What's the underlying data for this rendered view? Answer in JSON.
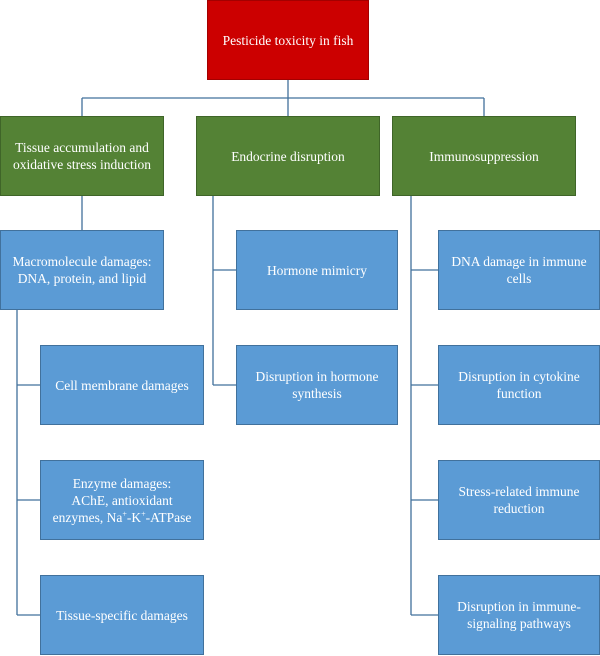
{
  "root": {
    "label": "Pesticide toxicity in fish"
  },
  "categories": [
    {
      "label": "Tissue accumulation and oxidative stress induction"
    },
    {
      "label": "Endocrine disruption"
    },
    {
      "label": "Immunosuppression"
    }
  ],
  "tissue": {
    "macro": "Macromolecule damages: DNA, protein, and lipid",
    "children": [
      "Cell membrane damages",
      "Tissue-specific damages"
    ],
    "enzyme": {
      "line1": "Enzyme damages:",
      "line2": "AChE, antioxidant",
      "line3_a": "enzymes, Na",
      "sup_plus_1": "+",
      "line3_b": "-K",
      "sup_plus_2": "+",
      "line3_c": "-ATPase"
    }
  },
  "endocrine": {
    "children": [
      "Hormone mimicry",
      "Disruption in hormone synthesis"
    ]
  },
  "immuno": {
    "children": [
      "DNA damage in immune cells",
      "Disruption in cytokine function",
      "Stress-related immune reduction",
      "Disruption in immune-signaling pathways"
    ]
  },
  "colors": {
    "root": "#cc0000",
    "category": "#548235",
    "leaf": "#5b9bd5",
    "connector": "#41719c"
  }
}
